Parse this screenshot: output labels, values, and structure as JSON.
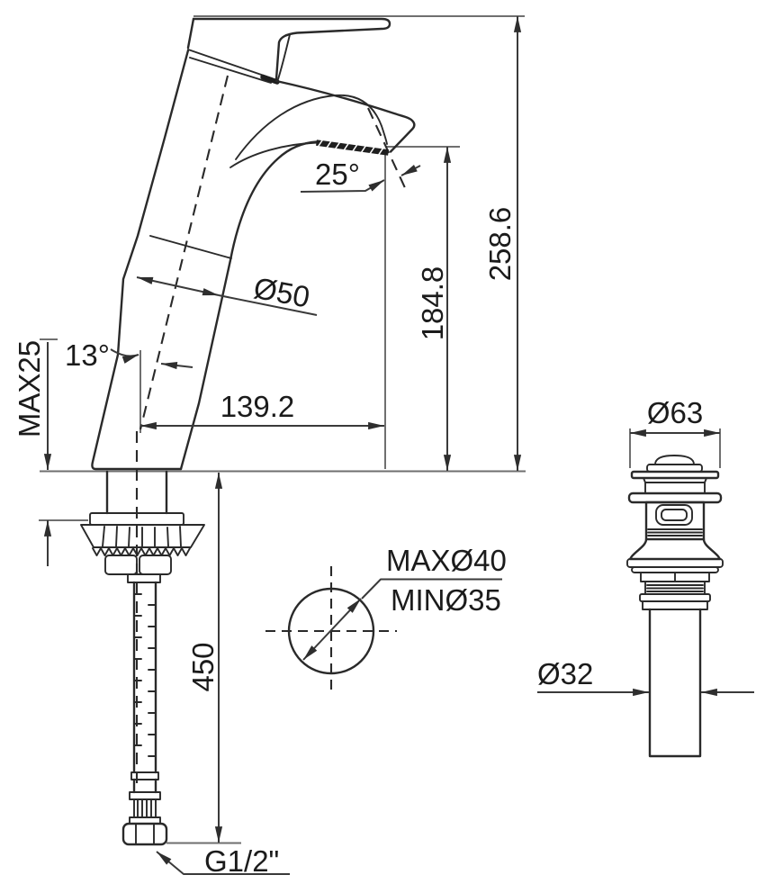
{
  "drawing": {
    "background": "#ffffff",
    "line_colors": {
      "object": "#2a2a2a",
      "dimension": "#3a3a3a",
      "reference": "#6f6f6f",
      "text": "#1b1b1b"
    },
    "side_view": {
      "total_height": "258.6",
      "outlet_height": "184.8",
      "spout_reach": "139.2",
      "body_diameter": "Ø50",
      "spout_angle": "25°",
      "body_tilt_angle": "13°",
      "max_deck_thickness": "MAX25",
      "supply_hose_length": "450",
      "inlet_thread": "G1/2\""
    },
    "hole_detail": {
      "max_hole_diameter": "MAXØ40",
      "min_hole_diameter": "MINØ35"
    },
    "drain_view": {
      "flange_diameter": "Ø63",
      "tailpiece_diameter": "Ø32"
    }
  }
}
